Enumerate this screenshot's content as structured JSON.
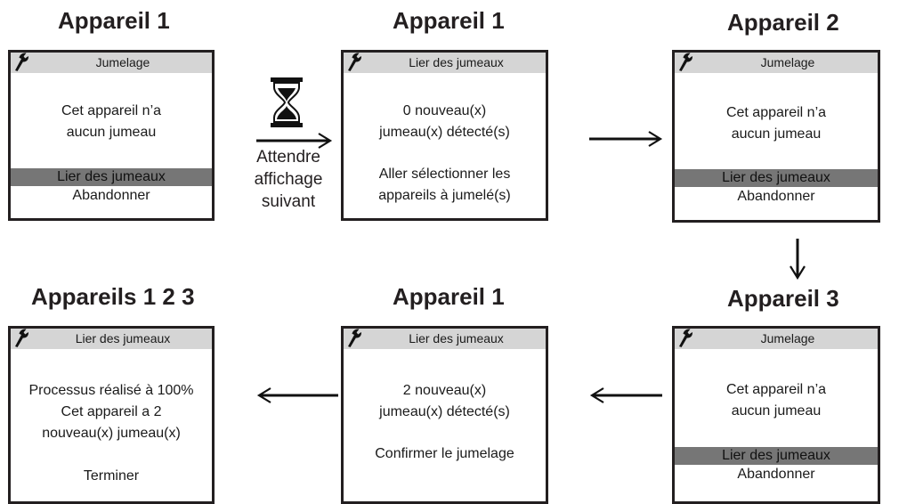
{
  "titles": {
    "t1": "Appareil 1",
    "t2": "Appareil 1",
    "t3": "Appareil 2",
    "t4": "Appareils 1 2 3",
    "t5": "Appareil 1",
    "t6": "Appareil 3"
  },
  "screens": {
    "s1": {
      "header": "Jumelage",
      "line1": "Cet appareil n’a",
      "line2": "aucun jumeau",
      "selected": "Lier des jumeaux",
      "option": "Abandonner"
    },
    "s2": {
      "header": "Lier des jumeaux",
      "line1": "0 nouveau(x)",
      "line2": "jumeau(x) détecté(s)",
      "line3": "Aller sélectionner les",
      "line4": "appareils à jumelé(s)"
    },
    "s3": {
      "header": "Jumelage",
      "line1": "Cet appareil n’a",
      "line2": "aucun jumeau",
      "selected": "Lier des jumeaux",
      "option": "Abandonner"
    },
    "s4": {
      "header": "Lier des jumeaux",
      "line1": "Processus réalisé à 100%",
      "line2": "Cet appareil a 2",
      "line3": "nouveau(x) jumeau(x)",
      "line4": "Terminer"
    },
    "s5": {
      "header": "Lier des jumeaux",
      "line1": "2 nouveau(x)",
      "line2": "jumeau(x) détecté(s)",
      "line3": "Confirmer le jumelage"
    },
    "s6": {
      "header": "Jumelage",
      "line1": "Cet appareil n’a",
      "line2": "aucun jumeau",
      "selected": "Lier des jumeaux",
      "option": "Abandonner"
    }
  },
  "wait": {
    "line1": "Attendre",
    "line2": "affichage",
    "line3": "suivant"
  },
  "icons": {
    "wrench": "wrench-icon",
    "hourglass": "hourglass-icon"
  },
  "colors": {
    "header_bg": "#d5d5d5",
    "selected_bg": "#767676",
    "border": "#231f20"
  }
}
